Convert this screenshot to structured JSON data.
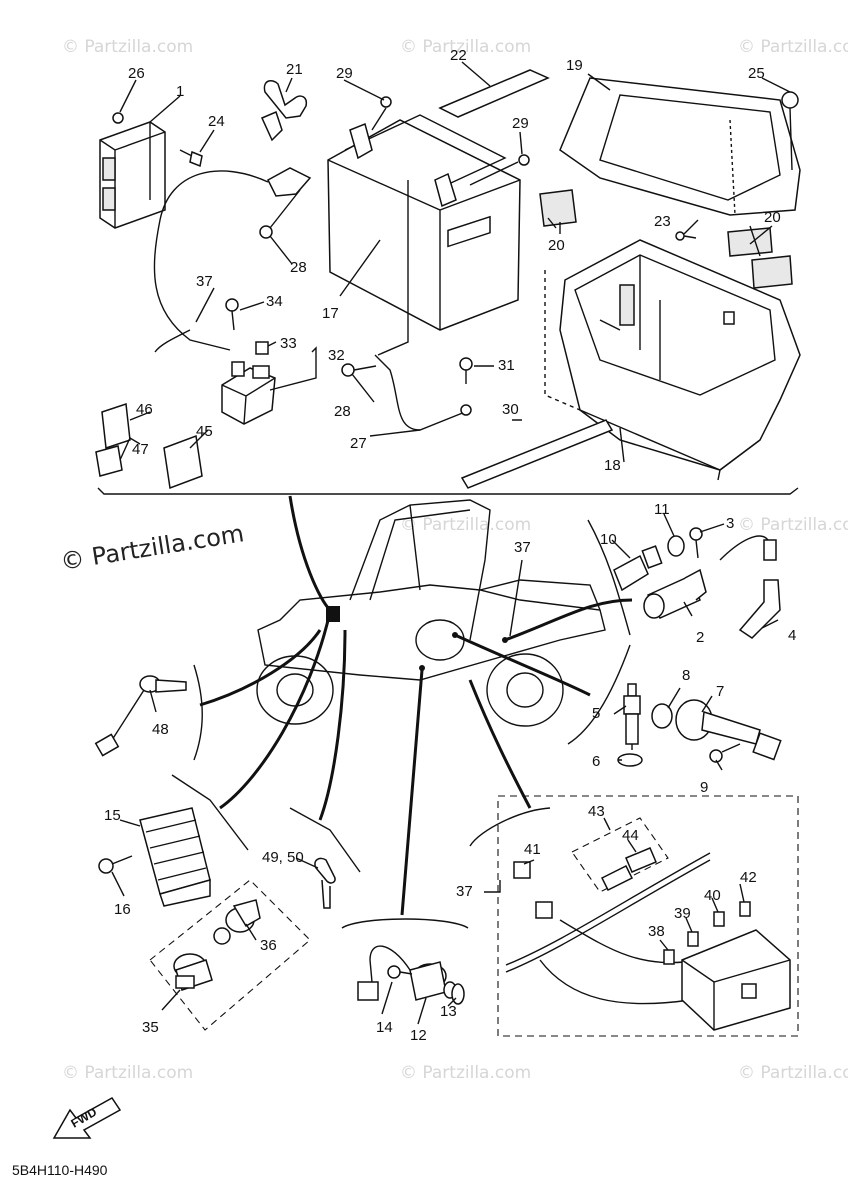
{
  "watermarks": {
    "main": "© Partzilla.com",
    "faint": "© Partzilla.com"
  },
  "diagram_code": "5B4H110-H490",
  "fwd_label": "FWD",
  "callouts": {
    "c1": "1",
    "c2": "2",
    "c3": "3",
    "c4": "4",
    "c5": "5",
    "c6": "6",
    "c7": "7",
    "c8": "8",
    "c9": "9",
    "c10": "10",
    "c11": "11",
    "c12": "12",
    "c13": "13",
    "c14": "14",
    "c15": "15",
    "c16": "16",
    "c17": "17",
    "c18": "18",
    "c19": "19",
    "c20": "20",
    "c21": "21",
    "c22": "22",
    "c23": "23",
    "c24": "24",
    "c25": "25",
    "c26": "26",
    "c27": "27",
    "c28": "28",
    "c29": "29",
    "c30": "30",
    "c31": "31",
    "c32": "32",
    "c33": "33",
    "c34": "34",
    "c35": "35",
    "c36": "36",
    "c37": "37",
    "c38": "38",
    "c39": "39",
    "c40": "40",
    "c41": "41",
    "c42": "42",
    "c43": "43",
    "c44": "44",
    "c45": "45",
    "c46": "46",
    "c47": "47",
    "c48": "48",
    "c4950": "49, 50"
  }
}
